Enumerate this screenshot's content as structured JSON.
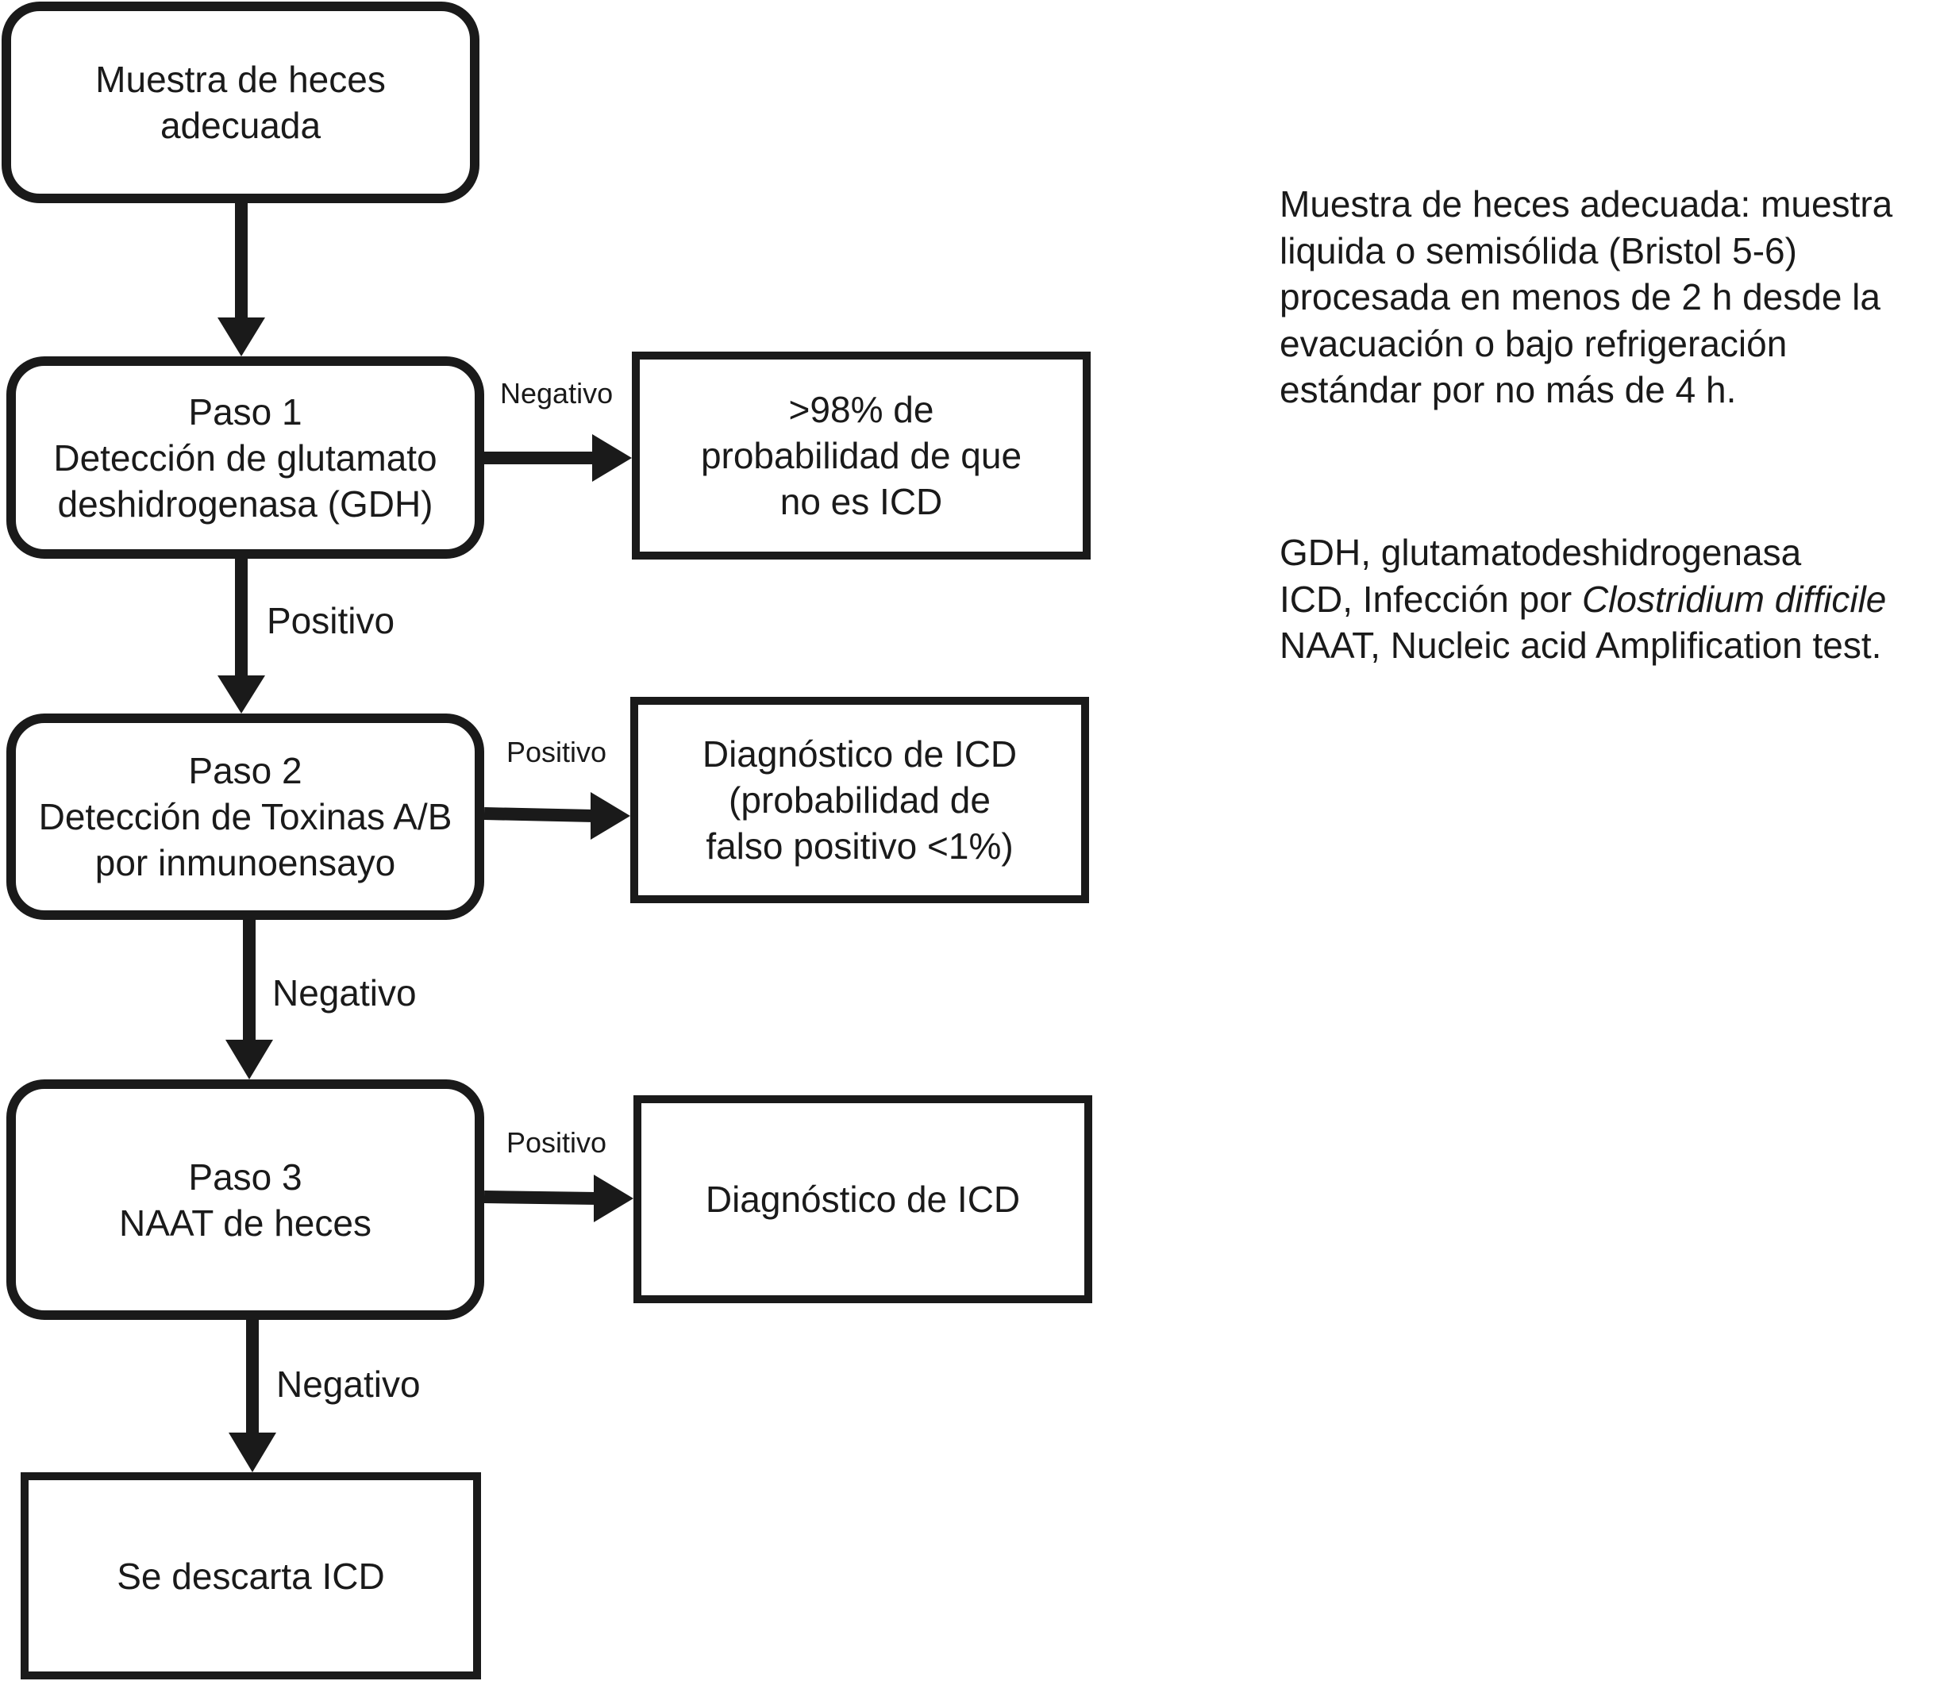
{
  "nodes": {
    "sample": {
      "lines": [
        "Muestra de heces",
        "adecuada"
      ]
    },
    "step1": {
      "lines": [
        "Paso 1",
        "Detección de glutamato",
        "deshidrogenasa (GDH)"
      ]
    },
    "step2": {
      "lines": [
        "Paso 2",
        "Detección de Toxinas A/B",
        "por inmunoensayo"
      ]
    },
    "step3": {
      "lines": [
        "Paso 3",
        "NAAT de heces"
      ]
    },
    "result1": {
      "lines": [
        ">98% de",
        "probabilidad de que",
        "no es ICD"
      ]
    },
    "result2": {
      "lines": [
        "Diagnóstico de ICD",
        "(probabilidad de",
        "falso positivo <1%)"
      ]
    },
    "result3": {
      "lines": [
        "Diagnóstico de ICD"
      ]
    },
    "discard": {
      "lines": [
        "Se descarta ICD"
      ]
    }
  },
  "edges": {
    "step1_to_result1": "Negativo",
    "step1_to_step2": "Positivo",
    "step2_to_result2": "Positivo",
    "step2_to_step3": "Negativo",
    "step3_to_result3": "Positivo",
    "step3_to_discard": "Negativo"
  },
  "notes": {
    "definition": [
      "Muestra de heces adecuada: muestra",
      "liquida o semisólida (Bristol 5-6)",
      "procesada en menos de 2 h desde la",
      "evacuación o bajo refrigeración",
      "estándar por no más de 4 h."
    ],
    "abbrev_gdh": "GDH, glutamatodeshidrogenasa",
    "abbrev_icd_prefix": "ICD, Infección por ",
    "abbrev_icd_organism": "Clostridium difficile",
    "abbrev_naat": "NAAT, Nucleic acid Amplification test."
  }
}
